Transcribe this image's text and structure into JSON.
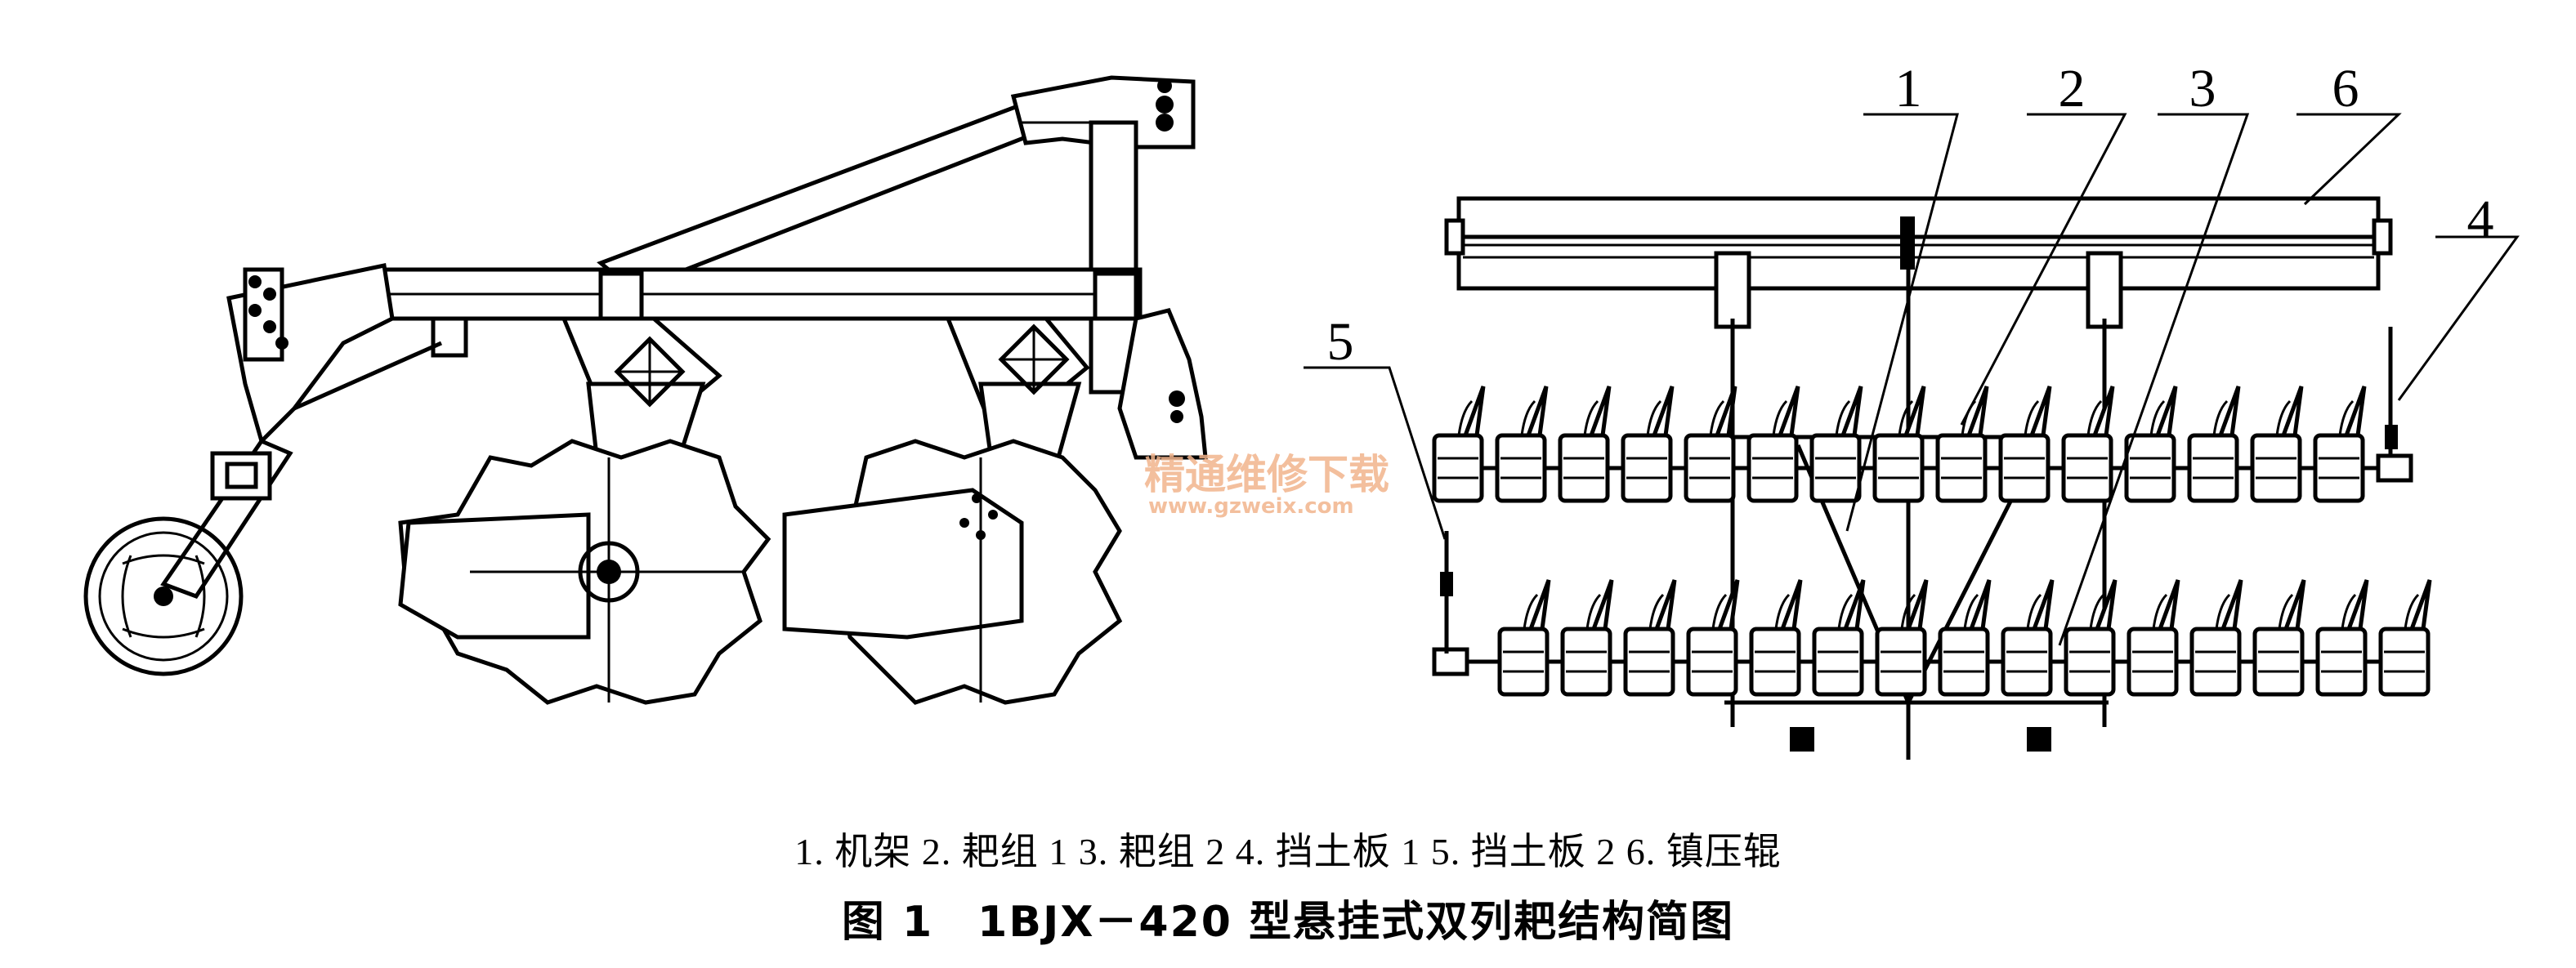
{
  "part_labels": {
    "p1": "1",
    "p2": "2",
    "p3": "3",
    "p4": "4",
    "p5": "5",
    "p6": "6"
  },
  "watermark": {
    "cn": "精通维修下载",
    "url": "www.gzweix.com"
  },
  "legend": "1. 机架 2. 耙组 1 3. 耙组 2 4. 挡土板 1 5. 挡土板 2 6. 镇压辊",
  "title": "图 1　1BJX－420 型悬挂式双列耙结构简图"
}
